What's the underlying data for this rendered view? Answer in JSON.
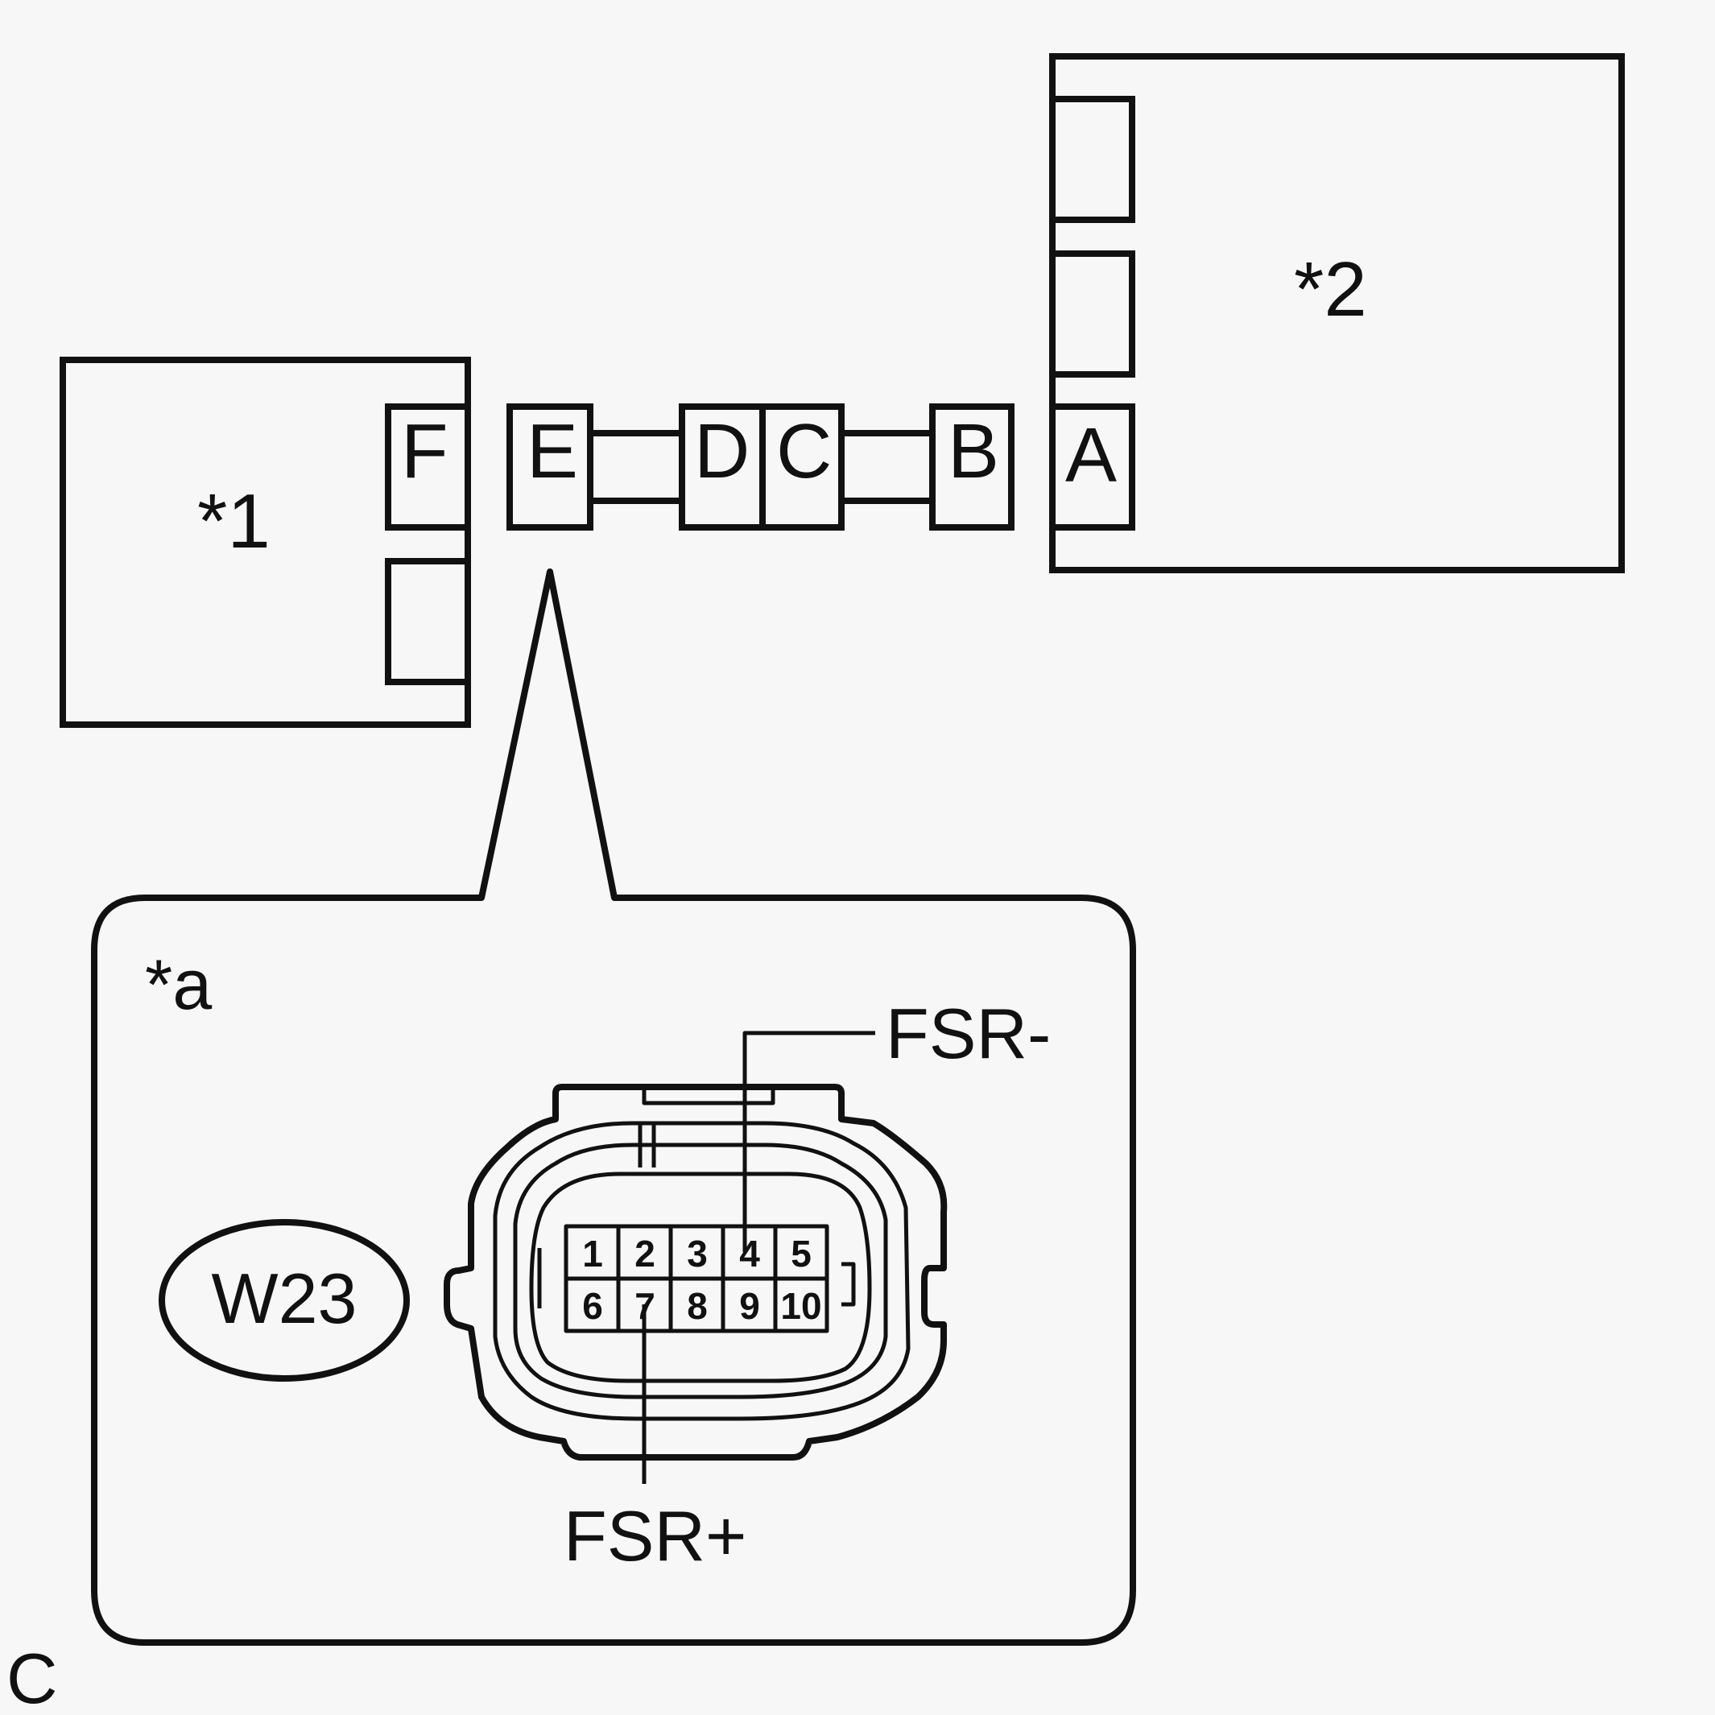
{
  "components": {
    "component_1_label": "*1",
    "component_2_label": "*2"
  },
  "connectors": {
    "a": "A",
    "b": "B",
    "c": "C",
    "d": "D",
    "e": "E",
    "f": "F"
  },
  "detail": {
    "label": "*a",
    "connector_code": "W23",
    "pins_top": [
      "1",
      "2",
      "3",
      "4",
      "5"
    ],
    "pins_bottom": [
      "6",
      "7",
      "8",
      "9",
      "10"
    ],
    "terminal_negative": "FSR-",
    "terminal_positive": "FSR+"
  },
  "figure_code": "C"
}
